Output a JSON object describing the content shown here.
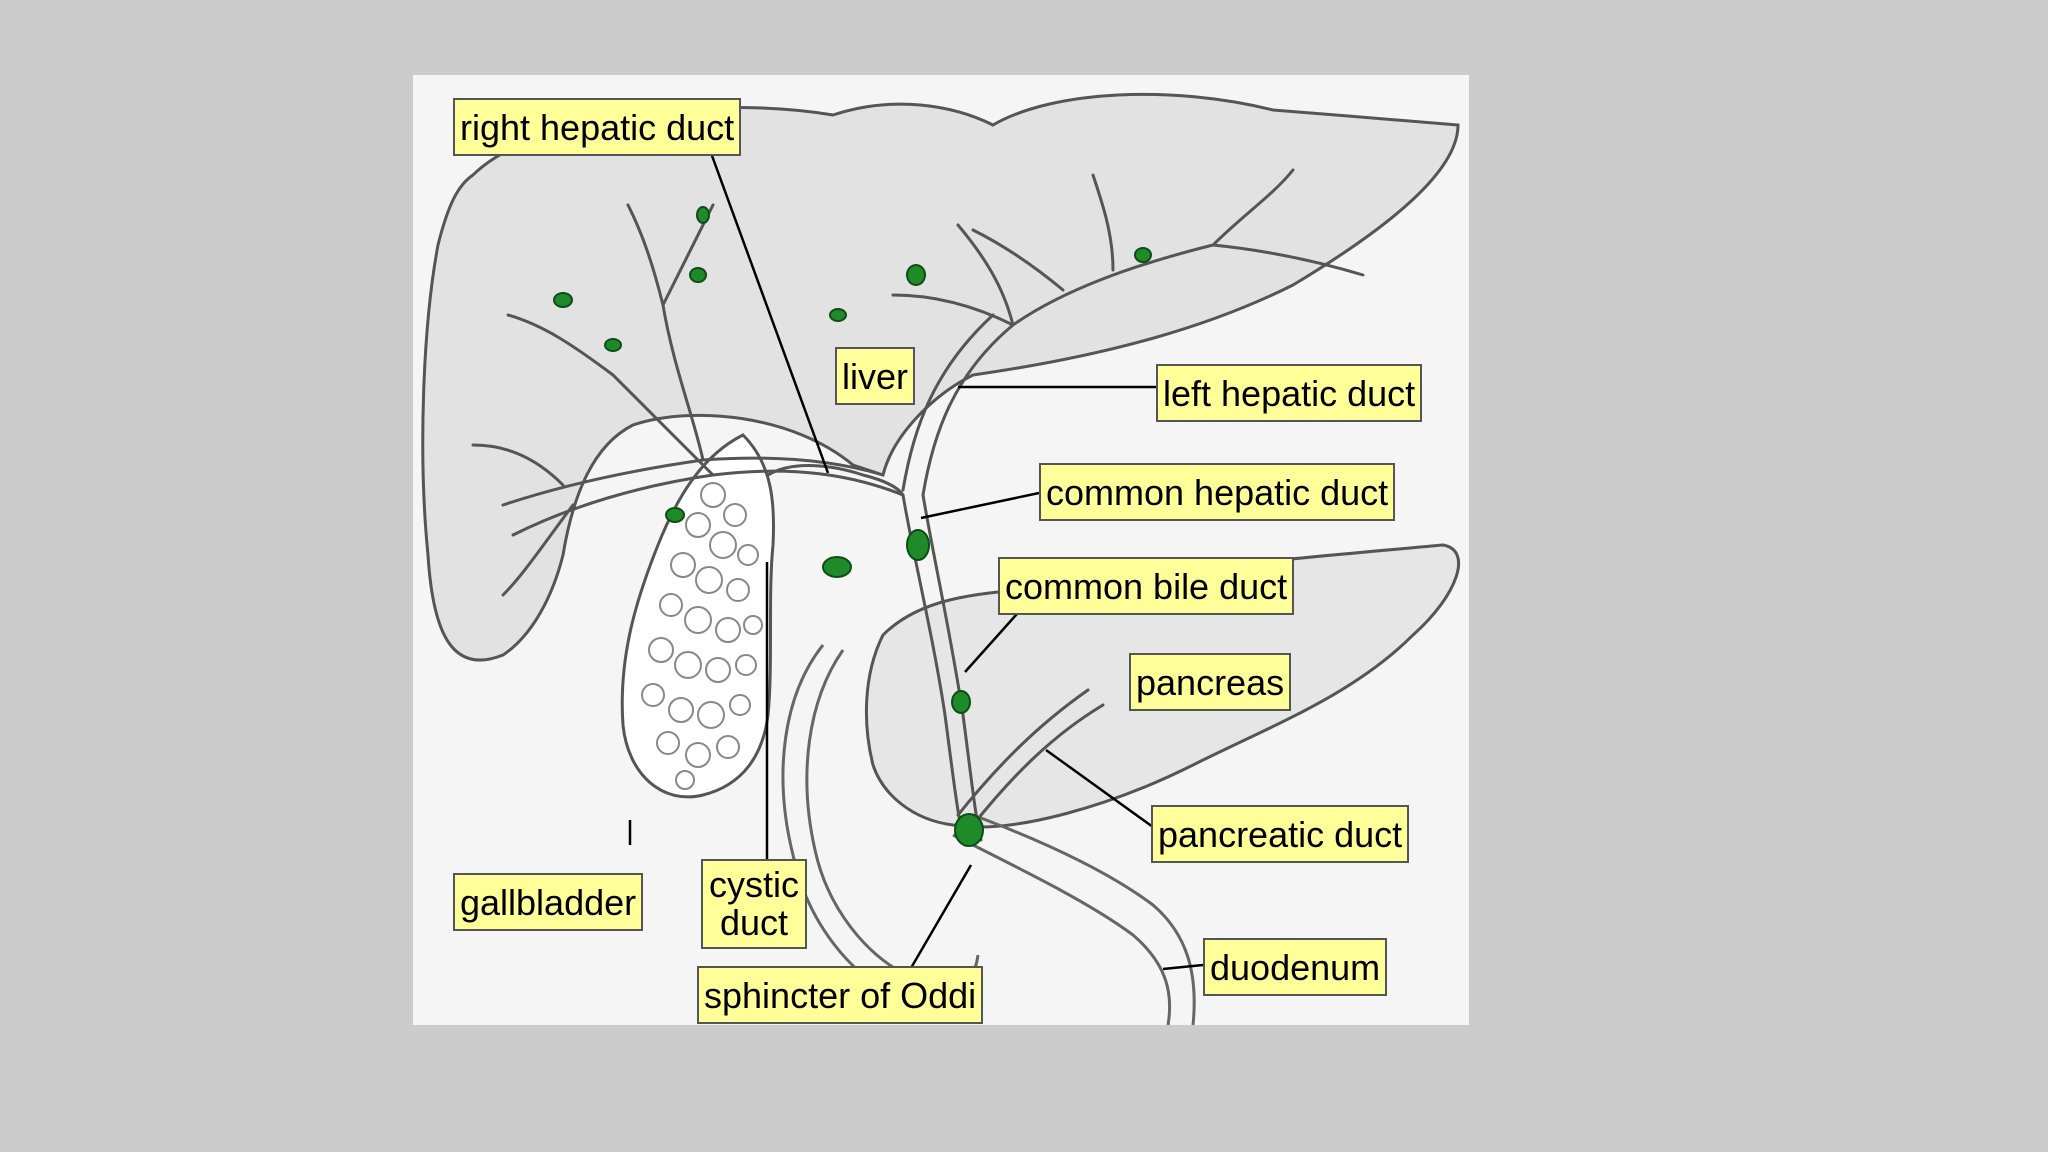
{
  "diagram": {
    "labels": {
      "right_hepatic_duct": "right hepatic duct",
      "liver": "liver",
      "left_hepatic_duct": "left hepatic duct",
      "common_hepatic_duct": "common hepatic duct",
      "common_bile_duct": "common bile duct",
      "pancreas": "pancreas",
      "pancreatic_duct": "pancreatic duct",
      "gallbladder": "gallbladder",
      "cystic_duct_line1": "cystic",
      "cystic_duct_line2": "duct",
      "sphincter_of_oddi": "sphincter of Oddi",
      "duodenum": "duodenum"
    },
    "colors": {
      "page_background": "#cccccc",
      "panel_background": "#f5f5f5",
      "label_fill": "#ffff99",
      "stone_green": "#1f8a2a",
      "organ_fill": "#e2e2e2",
      "outline": "#555555"
    }
  }
}
